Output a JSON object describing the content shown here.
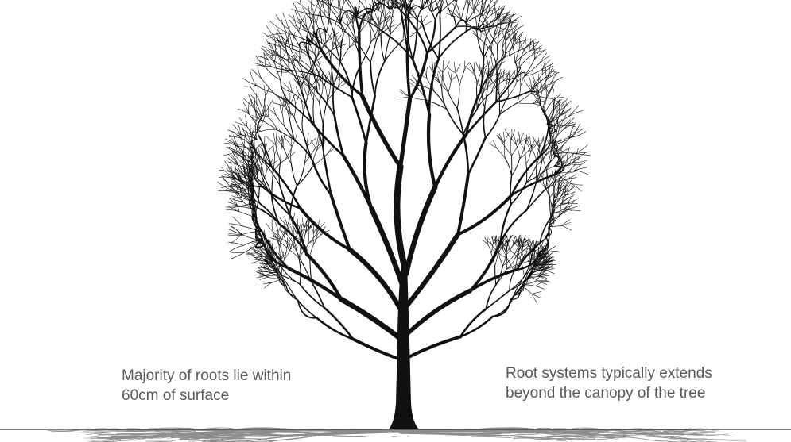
{
  "annotations": {
    "left": {
      "line1": "Majority of roots lie within",
      "line2": "60cm of surface"
    },
    "right": {
      "line1": "Root systems typically extends",
      "line2": "beyond the canopy of the tree"
    }
  },
  "colors": {
    "tree": "#111111",
    "roots": "#8c8c8c",
    "ground": "#3a3a3a",
    "text": "#595959"
  },
  "icons": {
    "tree": "bare-tree-silhouette-icon",
    "roots": "root-system-icon"
  }
}
